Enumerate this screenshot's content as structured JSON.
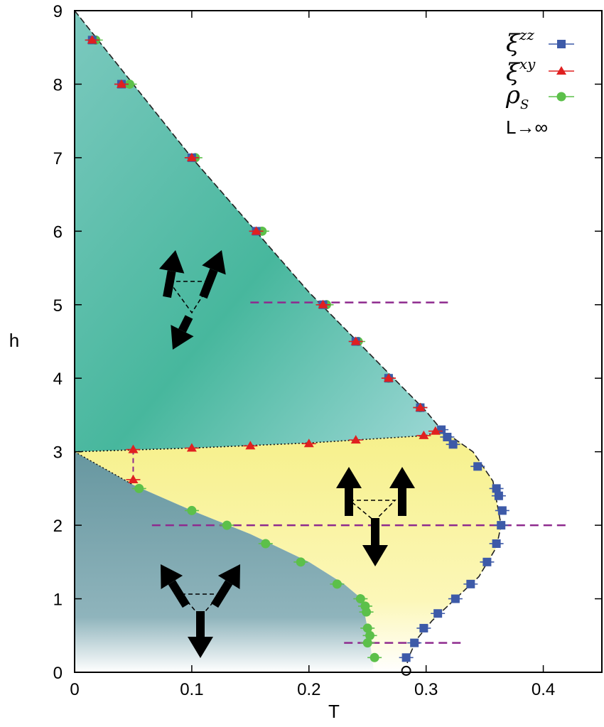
{
  "chart_data": {
    "type": "scatter",
    "title": "",
    "xlabel": "T",
    "ylabel": "h",
    "xlim": [
      0,
      0.45
    ],
    "ylim": [
      0,
      9
    ],
    "xticks": [
      "0",
      "0.1",
      "0.2",
      "0.3",
      "0.4"
    ],
    "yticks": [
      "0",
      "1",
      "2",
      "3",
      "4",
      "5",
      "6",
      "7",
      "8",
      "9"
    ],
    "grid": false,
    "legend_position": "top-right",
    "legend": {
      "xi_zz": {
        "base": "ξ",
        "sup": "zz"
      },
      "xi_xy": {
        "base": "ξ",
        "sup": "xy"
      },
      "rho_s": {
        "base": "ρ",
        "sub": "S"
      },
      "limit": "L→∞"
    },
    "colors": {
      "xi_zz": "#3d5aa8",
      "xi_xy": "#e02020",
      "rho_s": "#5cc04a",
      "cut_lines": "#8e2a8e",
      "region_upper": "#5fc2b0",
      "region_middle": "#fbf6a6",
      "region_lower": "#6e9fa8"
    },
    "series": [
      {
        "name": "ξ^zz",
        "marker": "square",
        "points": [
          [
            0.015,
            8.6
          ],
          [
            0.04,
            8.0
          ],
          [
            0.1,
            7.0
          ],
          [
            0.155,
            6.0
          ],
          [
            0.212,
            5.0
          ],
          [
            0.24,
            4.5
          ],
          [
            0.268,
            4.0
          ],
          [
            0.295,
            3.6
          ],
          [
            0.313,
            3.3
          ],
          [
            0.318,
            3.2
          ],
          [
            0.323,
            3.1
          ],
          [
            0.344,
            2.8
          ],
          [
            0.36,
            2.5
          ],
          [
            0.362,
            2.4
          ],
          [
            0.365,
            2.2
          ],
          [
            0.364,
            2.0
          ],
          [
            0.36,
            1.75
          ],
          [
            0.352,
            1.5
          ],
          [
            0.338,
            1.2
          ],
          [
            0.325,
            1.0
          ],
          [
            0.31,
            0.8
          ],
          [
            0.298,
            0.6
          ],
          [
            0.29,
            0.4
          ],
          [
            0.283,
            0.2
          ]
        ]
      },
      {
        "name": "ξ^xy",
        "marker": "triangle",
        "points": [
          [
            0.015,
            8.6
          ],
          [
            0.04,
            8.0
          ],
          [
            0.1,
            7.0
          ],
          [
            0.155,
            6.0
          ],
          [
            0.212,
            5.0
          ],
          [
            0.24,
            4.5
          ],
          [
            0.268,
            4.0
          ],
          [
            0.295,
            3.6
          ],
          [
            0.308,
            3.28
          ],
          [
            0.298,
            3.22
          ],
          [
            0.24,
            3.16
          ],
          [
            0.2,
            3.11
          ],
          [
            0.15,
            3.08
          ],
          [
            0.1,
            3.05
          ],
          [
            0.05,
            3.03
          ],
          [
            0.05,
            2.62
          ]
        ]
      },
      {
        "name": "ρ_S",
        "marker": "circle",
        "points": [
          [
            0.018,
            8.6
          ],
          [
            0.047,
            8.0
          ],
          [
            0.103,
            7.0
          ],
          [
            0.16,
            6.0
          ],
          [
            0.215,
            5.0
          ],
          [
            0.242,
            4.5
          ],
          [
            0.268,
            4.0
          ],
          [
            0.295,
            3.6
          ],
          [
            0.055,
            2.5
          ],
          [
            0.1,
            2.2
          ],
          [
            0.13,
            2.0
          ],
          [
            0.163,
            1.75
          ],
          [
            0.193,
            1.5
          ],
          [
            0.224,
            1.2
          ],
          [
            0.244,
            1.0
          ],
          [
            0.248,
            0.9
          ],
          [
            0.249,
            0.82
          ],
          [
            0.25,
            0.6
          ],
          [
            0.252,
            0.5
          ],
          [
            0.25,
            0.4
          ],
          [
            0.256,
            0.2
          ]
        ]
      }
    ],
    "limit_boundary": [
      [
        0.0,
        9.0
      ],
      [
        0.1,
        7.0
      ],
      [
        0.2,
        5.17
      ],
      [
        0.3,
        3.55
      ],
      [
        0.313,
        3.3
      ],
      [
        0.34,
        3.0
      ],
      [
        0.357,
        2.6
      ],
      [
        0.364,
        2.0
      ],
      [
        0.36,
        1.7
      ],
      [
        0.345,
        1.3
      ],
      [
        0.325,
        1.0
      ],
      [
        0.305,
        0.7
      ],
      [
        0.292,
        0.45
      ],
      [
        0.285,
        0.2
      ],
      [
        0.283,
        0.06
      ]
    ],
    "kt_line": [
      [
        0.0,
        3.0
      ],
      [
        0.1,
        3.05
      ],
      [
        0.2,
        3.12
      ],
      [
        0.3,
        3.22
      ],
      [
        0.313,
        3.3
      ]
    ],
    "lower_boundary": [
      [
        0.0,
        3.0
      ],
      [
        0.05,
        2.55
      ],
      [
        0.1,
        2.2
      ],
      [
        0.15,
        1.88
      ],
      [
        0.2,
        1.5
      ],
      [
        0.23,
        1.2
      ],
      [
        0.245,
        1.0
      ],
      [
        0.25,
        0.6
      ],
      [
        0.253,
        0.3
      ],
      [
        0.255,
        0.06
      ]
    ],
    "cuts": [
      {
        "h": 5.03,
        "x": [
          0.15,
          0.32
        ]
      },
      {
        "h": 2.0,
        "x": [
          0.066,
          0.42
        ]
      },
      {
        "h": 0.4,
        "x": [
          0.23,
          0.33
        ]
      }
    ],
    "open_circle": [
      0.283,
      0.02
    ]
  }
}
